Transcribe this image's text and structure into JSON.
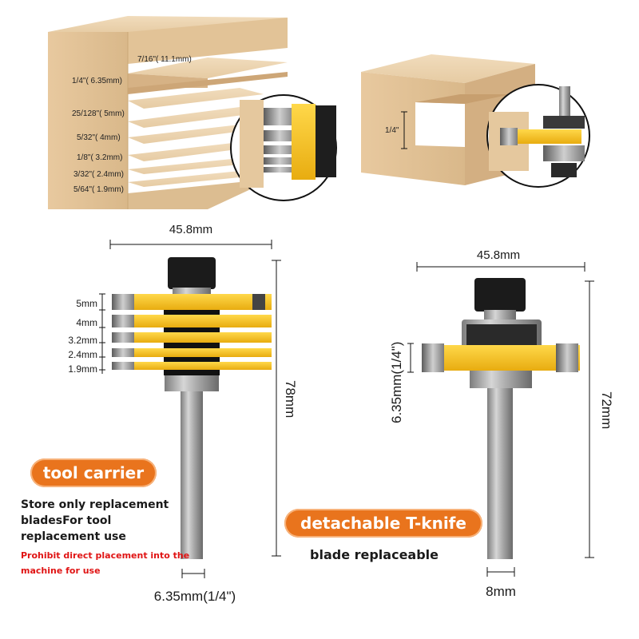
{
  "colors": {
    "accent": "#e9741d",
    "warning": "#e01414",
    "blade_yellow": "#f6c21c",
    "wood": "#e3c49a"
  },
  "top_left": {
    "labels": [
      "7/16\"( 11.1mm)",
      "1/4\"( 6.35mm)",
      "25/128\"( 5mm)",
      "5/32\"( 4mm)",
      "1/8\"( 3.2mm)",
      "3/32\"( 2.4mm)",
      "5/64\"( 1.9mm)"
    ]
  },
  "top_right": {
    "label": "1/4\""
  },
  "left_bit": {
    "width": "45.8mm",
    "height": "78mm",
    "shank": "6.35mm(1/4\")",
    "blade_sizes": [
      "5mm",
      "4mm",
      "3.2mm",
      "2.4mm",
      "1.9mm"
    ]
  },
  "right_bit": {
    "width": "45.8mm",
    "height": "72mm",
    "cut": "6.35mm(1/4\")",
    "shank": "8mm"
  },
  "badges": {
    "tool_carrier": "tool carrier",
    "t_knife": "detachable T-knife"
  },
  "notes": {
    "store_line1": "Store only replacement",
    "store_line2": "bladesFor tool",
    "store_line3": "replacement use",
    "warning_line1": "Prohibit direct placement into the",
    "warning_line2": "machine for use",
    "blade_replaceable": "blade replaceable"
  }
}
